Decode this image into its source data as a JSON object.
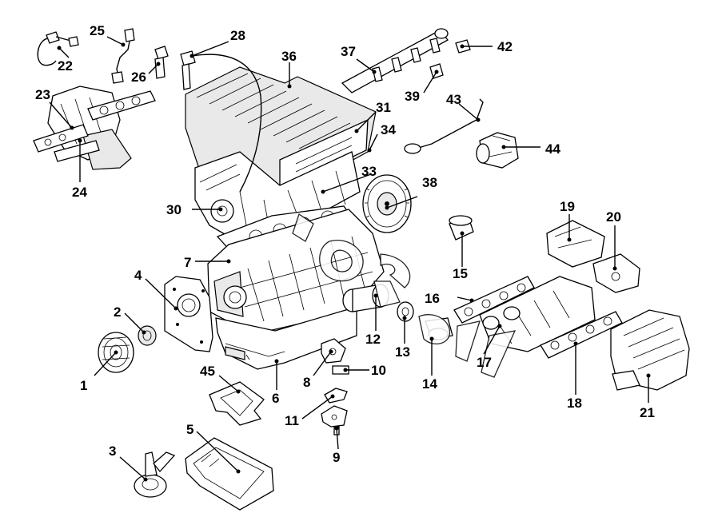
{
  "diagram": {
    "labels": [
      "1",
      "2",
      "3",
      "4",
      "5",
      "6",
      "7",
      "8",
      "9",
      "10",
      "11",
      "12",
      "13",
      "14",
      "15",
      "16",
      "17",
      "18",
      "19",
      "20",
      "21",
      "22",
      "23",
      "24",
      "25",
      "26",
      "28",
      "30",
      "31",
      "33",
      "34",
      "36",
      "37",
      "38",
      "39",
      "42",
      "43",
      "44",
      "45"
    ]
  }
}
